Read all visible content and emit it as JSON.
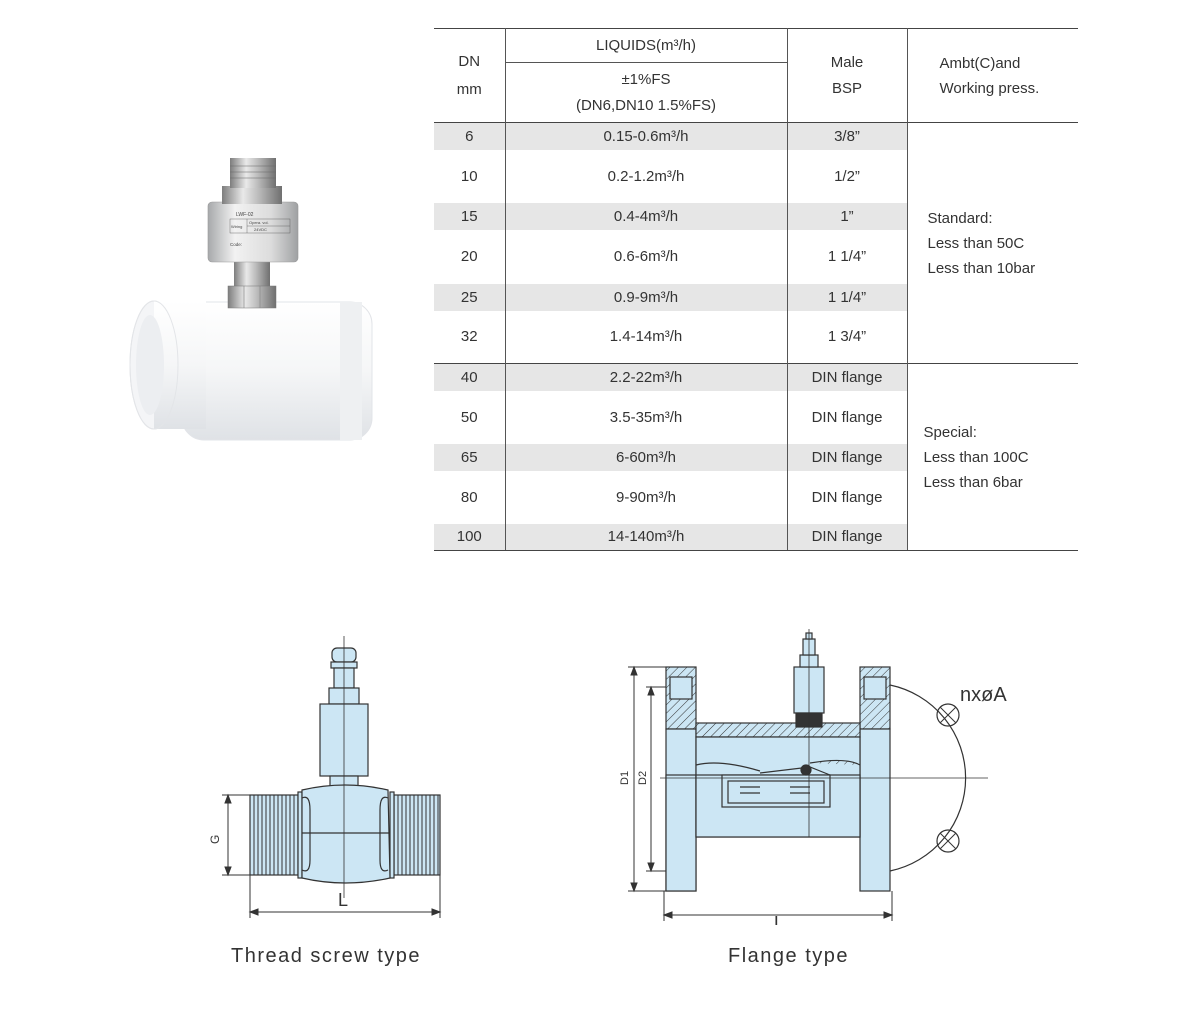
{
  "table": {
    "header": {
      "dn_label": "DN",
      "dn_unit": "mm",
      "liquids_label": "LIQUIDS(m³/h)",
      "accuracy_line1": "±1%FS",
      "accuracy_line2": "(DN6,DN10 1.5%FS)",
      "bsp_line1": "Male",
      "bsp_line2": "BSP",
      "ambt_line1": "Ambt(C)and",
      "ambt_line2": "Working press."
    },
    "rows": [
      {
        "dn": "6",
        "range": "0.15-0.6m³/h",
        "connection": "3/8”"
      },
      {
        "dn": "10",
        "range": "0.2-1.2m³/h",
        "connection": "1/2”"
      },
      {
        "dn": "15",
        "range": "0.4-4m³/h",
        "connection": "1”"
      },
      {
        "dn": "20",
        "range": "0.6-6m³/h",
        "connection": "1 1/4”"
      },
      {
        "dn": "25",
        "range": "0.9-9m³/h",
        "connection": "1 1/4”"
      },
      {
        "dn": "32",
        "range": "1.4-14m³/h",
        "connection": "1 3/4”"
      },
      {
        "dn": "40",
        "range": "2.2-22m³/h",
        "connection": "DIN flange"
      },
      {
        "dn": "50",
        "range": "3.5-35m³/h",
        "connection": "DIN flange"
      },
      {
        "dn": "65",
        "range": "6-60m³/h",
        "connection": "DIN flange"
      },
      {
        "dn": "80",
        "range": "9-90m³/h",
        "connection": "DIN flange"
      },
      {
        "dn": "100",
        "range": "14-140m³/h",
        "connection": "DIN flange"
      }
    ],
    "standard_conditions": "Standard:\nLess than 50C\nLess than 10bar",
    "special_conditions": "Special:\nLess than 100C\nLess than 6bar"
  },
  "photo": {
    "label_model": "LWF-02",
    "label_wiring": "Wiring",
    "label_opera": "Opera. vol.",
    "label_voltage": "24VDC",
    "label_code": "Code:"
  },
  "drawings": {
    "thread": {
      "caption": "Thread screw type",
      "dim_g": "G",
      "dim_l": "L"
    },
    "flange": {
      "caption": "Flange type",
      "dim_d1": "D1",
      "dim_d2": "D2",
      "dim_l": "L",
      "holes": "nxøA"
    }
  },
  "colors": {
    "drawing_fill": "#cce6f4",
    "line": "#333333",
    "row_shade": "#e6e6e6"
  }
}
